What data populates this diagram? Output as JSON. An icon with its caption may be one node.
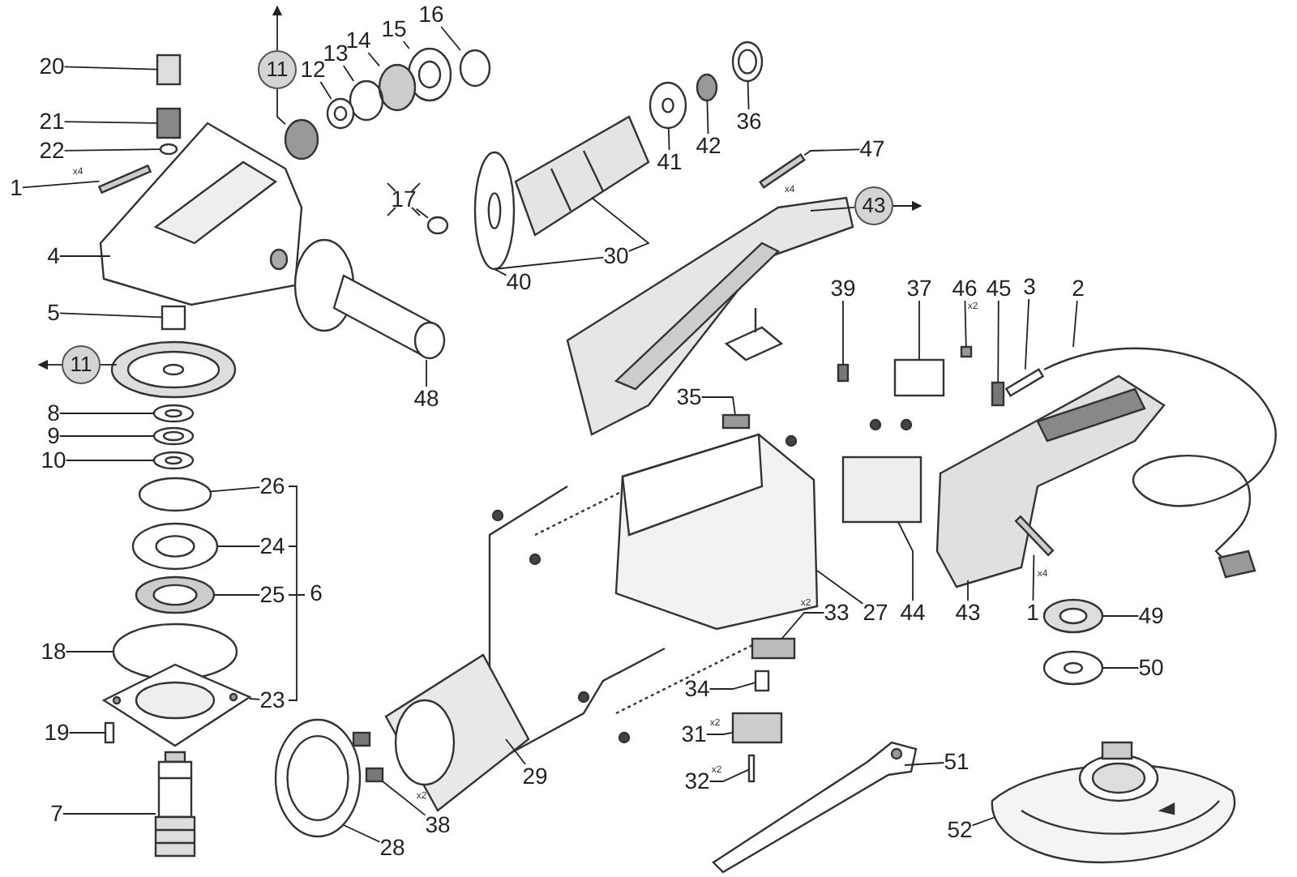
{
  "diagram": {
    "nodes": [
      {
        "text": [
          "16"
        ]
      },
      {
        "text": [
          "15"
        ]
      },
      {
        "text": [
          "14"
        ]
      },
      {
        "text": [
          "13"
        ]
      },
      {
        "text": [
          "12"
        ]
      },
      {
        "text": [
          "11"
        ]
      },
      {
        "text": [
          "20"
        ]
      },
      {
        "text": [
          "21"
        ]
      },
      {
        "text": [
          "36"
        ]
      },
      {
        "text": [
          "42"
        ]
      },
      {
        "text": [
          "22"
        ]
      },
      {
        "text": [
          "47"
        ]
      },
      {
        "text": [
          "41"
        ]
      },
      {
        "text": [
          "1"
        ]
      },
      {
        "text": [
          "17"
        ]
      },
      {
        "text": [
          "43"
        ]
      },
      {
        "text": [
          "30"
        ]
      },
      {
        "text": [
          "4"
        ]
      },
      {
        "text": [
          "40"
        ]
      },
      {
        "text": [
          "39"
        ]
      },
      {
        "text": [
          "37"
        ]
      },
      {
        "text": [
          "46"
        ]
      },
      {
        "text": [
          "45"
        ]
      },
      {
        "text": [
          "3"
        ]
      },
      {
        "text": [
          "2"
        ]
      },
      {
        "text": [
          "5"
        ]
      },
      {
        "text": [
          "11"
        ]
      },
      {
        "text": [
          "48"
        ]
      },
      {
        "text": [
          "35"
        ]
      },
      {
        "text": [
          "8"
        ]
      },
      {
        "text": [
          "9"
        ]
      },
      {
        "text": [
          "10"
        ]
      },
      {
        "text": [
          "26"
        ]
      },
      {
        "text": [
          "24"
        ]
      },
      {
        "text": [
          "25"
        ]
      },
      {
        "text": [
          "6"
        ]
      },
      {
        "text": [
          "27"
        ]
      },
      {
        "text": [
          "44"
        ]
      },
      {
        "text": [
          "43"
        ]
      },
      {
        "text": [
          "1"
        ]
      },
      {
        "text": [
          "33"
        ]
      },
      {
        "text": [
          "49"
        ]
      },
      {
        "text": [
          "18"
        ]
      },
      {
        "text": [
          "50"
        ]
      },
      {
        "text": [
          "34"
        ]
      },
      {
        "text": [
          "23"
        ]
      },
      {
        "text": [
          "19"
        ]
      },
      {
        "text": [
          "31"
        ]
      },
      {
        "text": [
          "51"
        ]
      },
      {
        "text": [
          "29"
        ]
      },
      {
        "text": [
          "32"
        ]
      },
      {
        "text": [
          "7"
        ]
      },
      {
        "text": [
          "38"
        ]
      },
      {
        "text": [
          "52"
        ]
      },
      {
        "text": [
          "28"
        ]
      },
      {
        "text": [],
        "shape": "circle"
      },
      {
        "text": [],
        "shape": "circle"
      },
      {
        "text": [],
        "shape": "circle"
      },
      {
        "text": [],
        "shape": "circle"
      },
      {
        "text": [],
        "shape": "circle"
      },
      {
        "text": [],
        "shape": "circle"
      },
      {
        "text": [],
        "shape": "box"
      },
      {
        "text": [],
        "shape": "box"
      },
      {
        "text": [],
        "shape": "circle"
      },
      {
        "text": [],
        "shape": "circle"
      },
      {
        "text": [],
        "shape": "circle"
      },
      {
        "text": [],
        "shape": "bar"
      },
      {
        "text": [],
        "shape": "circle"
      },
      {
        "text": [],
        "shape": "bar"
      },
      {
        "text": [],
        "shape": "circle"
      },
      {
        "text": [],
        "shape": "picture"
      },
      {
        "text": [],
        "shape": "circle"
      },
      {
        "text": [],
        "shape": "picture"
      },
      {
        "text": [],
        "shape": "picture"
      },
      {
        "text": [],
        "shape": "box"
      },
      {
        "text": [],
        "shape": "box"
      },
      {
        "text": [],
        "shape": "box"
      },
      {
        "text": [],
        "shape": "box"
      },
      {
        "text": [],
        "shape": "bar"
      },
      {
        "text": [],
        "shape": "picture"
      },
      {
        "text": [],
        "shape": "box"
      },
      {
        "text": [],
        "shape": "picture"
      },
      {
        "text": [],
        "shape": "picture"
      },
      {
        "text": [],
        "shape": "box"
      },
      {
        "text": [],
        "shape": "circle"
      },
      {
        "text": [],
        "shape": "circle"
      },
      {
        "text": [],
        "shape": "circle"
      },
      {
        "text": [],
        "shape": "circle"
      },
      {
        "text": [],
        "shape": "circle"
      },
      {
        "text": [],
        "shape": "circle"
      },
      {
        "text": [],
        "shape": "picture"
      },
      {
        "text": [],
        "shape": "box"
      },
      {
        "text": [],
        "shape": "picture"
      },
      {
        "text": [],
        "shape": "bar"
      },
      {
        "text": [],
        "shape": "box"
      },
      {
        "text": [],
        "shape": "circle"
      },
      {
        "text": [],
        "shape": "circle"
      },
      {
        "text": [],
        "shape": "circle"
      },
      {
        "text": [],
        "shape": "box"
      },
      {
        "text": [],
        "shape": "picture"
      },
      {
        "text": [],
        "shape": "box"
      },
      {
        "text": [],
        "shape": "box"
      },
      {
        "text": [],
        "shape": "picture"
      },
      {
        "text": [],
        "shape": "picture"
      },
      {
        "text": [],
        "shape": "box"
      },
      {
        "text": [],
        "shape": "picture"
      },
      {
        "text": [],
        "shape": "box"
      },
      {
        "text": [],
        "shape": "picture"
      },
      {
        "text": [],
        "shape": "circle"
      }
    ],
    "edges": [
      {
        "from": 0,
        "to": 55,
        "arrow": "none"
      },
      {
        "from": 1,
        "to": 56,
        "arrow": "none"
      },
      {
        "from": 2,
        "to": 57,
        "arrow": "none"
      },
      {
        "from": 3,
        "to": 58,
        "arrow": "none"
      },
      {
        "from": 4,
        "to": 59,
        "arrow": "none"
      },
      {
        "from": 5,
        "to": 60,
        "arrow": "none"
      },
      {
        "from": 5,
        "to": null,
        "arrow": "to"
      },
      {
        "from": 6,
        "to": 61,
        "arrow": "none"
      },
      {
        "from": 7,
        "to": 62,
        "arrow": "none"
      },
      {
        "from": 8,
        "to": 63,
        "arrow": "none"
      },
      {
        "from": 9,
        "to": 64,
        "arrow": "none"
      },
      {
        "from": 10,
        "to": 65,
        "arrow": "none"
      },
      {
        "from": 11,
        "to": 66,
        "arrow": "none"
      },
      {
        "from": 12,
        "to": 67,
        "arrow": "none"
      },
      {
        "from": 13,
        "to": 68,
        "arrow": "none"
      },
      {
        "from": 14,
        "to": 69,
        "arrow": "none"
      },
      {
        "from": 15,
        "to": 70,
        "arrow": "none"
      },
      {
        "from": 15,
        "to": null,
        "arrow": "to"
      },
      {
        "from": 16,
        "to": 71,
        "arrow": "none"
      },
      {
        "from": 16,
        "to": 72,
        "arrow": "none"
      },
      {
        "from": 17,
        "to": 73,
        "arrow": "none"
      },
      {
        "from": 18,
        "to": 71,
        "arrow": "none"
      },
      {
        "from": 19,
        "to": 74,
        "arrow": "none"
      },
      {
        "from": 20,
        "to": 75,
        "arrow": "none"
      },
      {
        "from": 21,
        "to": 76,
        "arrow": "none"
      },
      {
        "from": 22,
        "to": 77,
        "arrow": "none"
      },
      {
        "from": 23,
        "to": 78,
        "arrow": "none"
      },
      {
        "from": 24,
        "to": 79,
        "arrow": "none"
      },
      {
        "from": 25,
        "to": 80,
        "arrow": "none"
      },
      {
        "from": 26,
        "to": 81,
        "arrow": "none"
      },
      {
        "from": 26,
        "to": null,
        "arrow": "to"
      },
      {
        "from": 27,
        "to": 82,
        "arrow": "none"
      },
      {
        "from": 28,
        "to": 83,
        "arrow": "none"
      },
      {
        "from": 29,
        "to": 84,
        "arrow": "none"
      },
      {
        "from": 30,
        "to": 85,
        "arrow": "none"
      },
      {
        "from": 31,
        "to": 86,
        "arrow": "none"
      },
      {
        "from": 32,
        "to": 87,
        "arrow": "none"
      },
      {
        "from": 33,
        "to": 88,
        "arrow": "none"
      },
      {
        "from": 34,
        "to": 89,
        "arrow": "none"
      },
      {
        "from": 36,
        "to": 90,
        "arrow": "none"
      },
      {
        "from": 37,
        "to": 91,
        "arrow": "none"
      },
      {
        "from": 38,
        "to": 92,
        "arrow": "none"
      },
      {
        "from": 39,
        "to": 93,
        "arrow": "none"
      },
      {
        "from": 40,
        "to": 94,
        "arrow": "none"
      },
      {
        "from": 41,
        "to": 95,
        "arrow": "none"
      },
      {
        "from": 42,
        "to": 96,
        "arrow": "none"
      },
      {
        "from": 43,
        "to": 97,
        "arrow": "none"
      },
      {
        "from": 44,
        "to": 98,
        "arrow": "none"
      },
      {
        "from": 45,
        "to": 99,
        "arrow": "none"
      },
      {
        "from": 46,
        "to": 100,
        "arrow": "none"
      },
      {
        "from": 47,
        "to": 101,
        "arrow": "none"
      },
      {
        "from": 48,
        "to": 102,
        "arrow": "none"
      },
      {
        "from": 49,
        "to": 103,
        "arrow": "none"
      },
      {
        "from": 50,
        "to": 104,
        "arrow": "none"
      },
      {
        "from": 51,
        "to": 105,
        "arrow": "none"
      },
      {
        "from": 52,
        "to": 106,
        "arrow": "none"
      },
      {
        "from": 53,
        "to": 107,
        "arrow": "none"
      },
      {
        "from": 54,
        "to": 108,
        "arrow": "none"
      }
    ],
    "labels": [
      "x4",
      "x4",
      "x2",
      "x4",
      "x2",
      "x2",
      "x2",
      "x2"
    ]
  }
}
